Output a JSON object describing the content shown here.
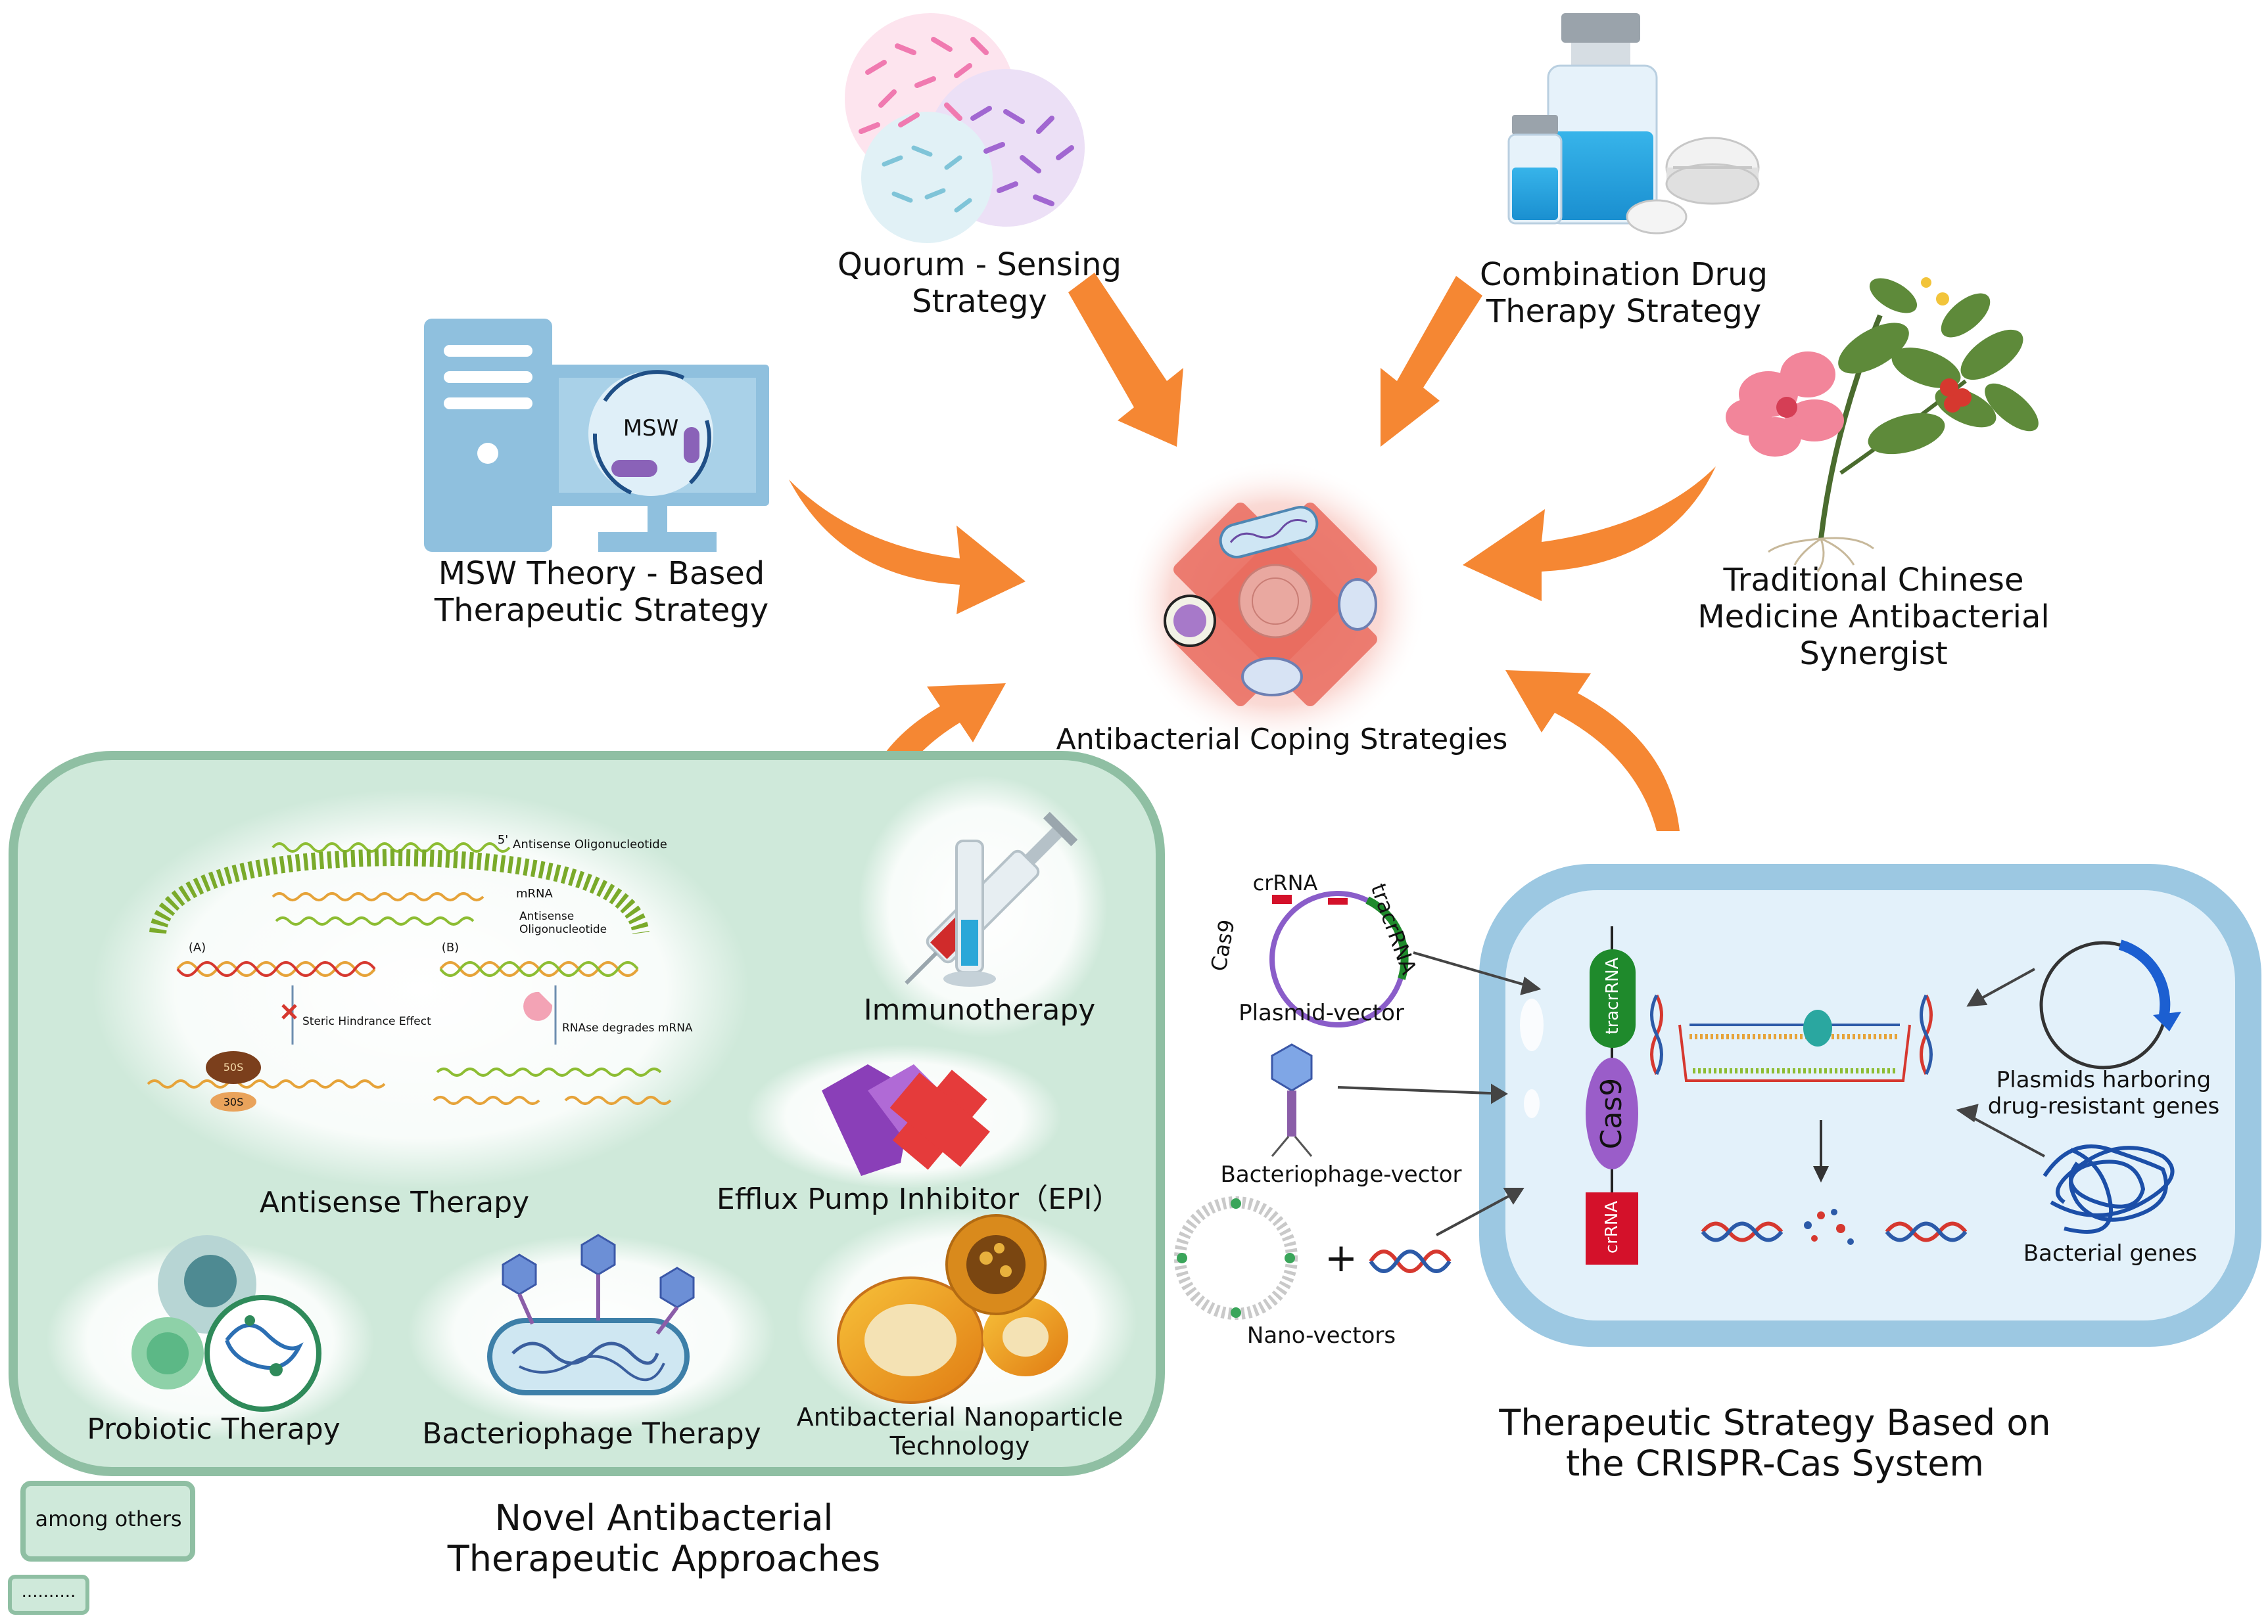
{
  "center": {
    "label": "Antibacterial Coping Strategies"
  },
  "top": {
    "quorum": "Quorum - Sensing\nStrategy",
    "combination": "Combination Drug\nTherapy Strategy",
    "msw_title": "MSW Theory - Based\nTherapeutic Strategy",
    "msw_screen": "MSW",
    "tcm": "Traditional Chinese\nMedicine Antibacterial\nSynergist"
  },
  "novel": {
    "title": "Novel Antibacterial\nTherapeutic Approaches",
    "antisense_therapy": "Antisense Therapy",
    "immunotherapy": "Immunotherapy",
    "epi": "Efflux Pump Inhibitor（EPI）",
    "probiotic": "Probiotic Therapy",
    "bacteriophage": "Bacteriophage Therapy",
    "nanoparticle": "Antibacterial Nanoparticle\nTechnology",
    "among_others": "among others",
    "dots": "..........",
    "antisense_detail": {
      "aso_top": "Antisense Oligonucleotide",
      "prime": "5'",
      "mrna": "mRNA",
      "aso_bottom": "Antisense\nOligonucleotide",
      "a": "(A)",
      "b": "(B)",
      "steric": "Steric Hindrance Effect",
      "rnase": "RNAse degrades mRNA",
      "s50": "50S",
      "s30": "30S"
    }
  },
  "crispr": {
    "title": "Therapeutic Strategy Based on\nthe CRISPR-Cas System",
    "crrna_top": "crRNA",
    "tracrrna_side": "tracrRNA",
    "cas9_side": "Cas9",
    "plasmid_vector": "Plasmid-vector",
    "bacteriophage_vector": "Bacteriophage-vector",
    "nano_vectors": "Nano-vectors",
    "plus": "+",
    "tracrrna_block": "tracrRNA",
    "cas9_block": "Cas9",
    "crrna_block": "crRNA",
    "plasmids_harboring": "Plasmids harboring\ndrug-resistant genes",
    "bacterial_genes": "Bacterial genes"
  },
  "colors": {
    "arrow": "#f58733",
    "novel_fill": "#cfe9da",
    "novel_border": "#8fbfa3",
    "crispr_outer": "#9cc8e2",
    "crispr_inner": "#e3f1fa",
    "green_block": "#1f8a2c",
    "purple_block": "#9a5dc9",
    "red_block": "#d4112a"
  }
}
